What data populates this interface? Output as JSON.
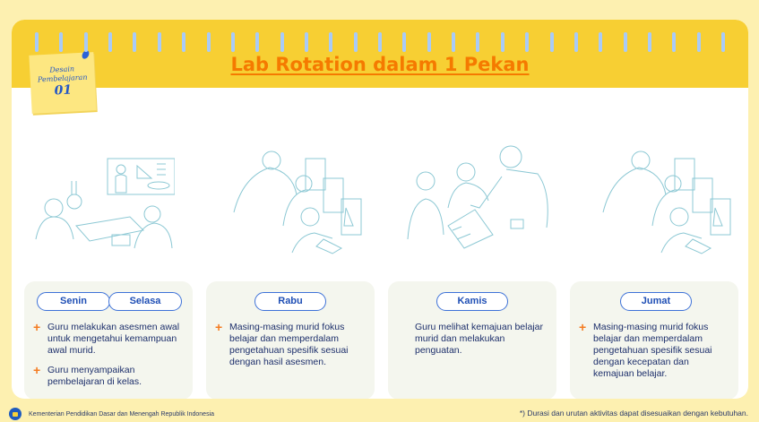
{
  "header": {
    "title": "Lab Rotation dalam 1 Pekan",
    "ring_count": 29
  },
  "sticky_note": {
    "line1": "Desain",
    "line2": "Pembelajaran",
    "number": "01"
  },
  "cards": [
    {
      "days": [
        "Senin",
        "Selasa"
      ],
      "bullets": [
        "Guru melakukan asesmen awal untuk mengetahui kemampuan awal murid.",
        "Guru menyampaikan pembelajaran di kelas."
      ]
    },
    {
      "days": [
        "Rabu"
      ],
      "bullets": [
        "Masing-masing murid fokus belajar dan memperdalam pengetahuan spesifik sesuai dengan hasil asesmen."
      ]
    },
    {
      "days": [
        "Kamis"
      ],
      "text": "Guru melihat kemajuan belajar murid dan melakukan penguatan."
    },
    {
      "days": [
        "Jumat"
      ],
      "bullets": [
        "Masing-masing murid fokus belajar dan memperdalam pengetahuan spesifik sesuai dengan kecepatan dan kemajuan belajar."
      ]
    }
  ],
  "illustrations": [
    {
      "name": "classroom-teacher-illustration"
    },
    {
      "name": "computer-lab-illustration"
    },
    {
      "name": "teacher-reviewing-illustration"
    },
    {
      "name": "computer-lab-illustration-2"
    }
  ],
  "footer": {
    "ministry": "Kementerian Pendidikan Dasar dan Menengah Republik Indonesia",
    "note": "*) Durasi dan urutan aktivitas dapat disesuaikan dengan kebutuhan."
  },
  "colors": {
    "background": "#fdf0b0",
    "header": "#f7cf33",
    "title": "#f57a00",
    "pill_border": "#3e72d8",
    "plus": "#f47b20",
    "card": "#f4f6ee",
    "illustration_line": "#8cc8d4"
  }
}
